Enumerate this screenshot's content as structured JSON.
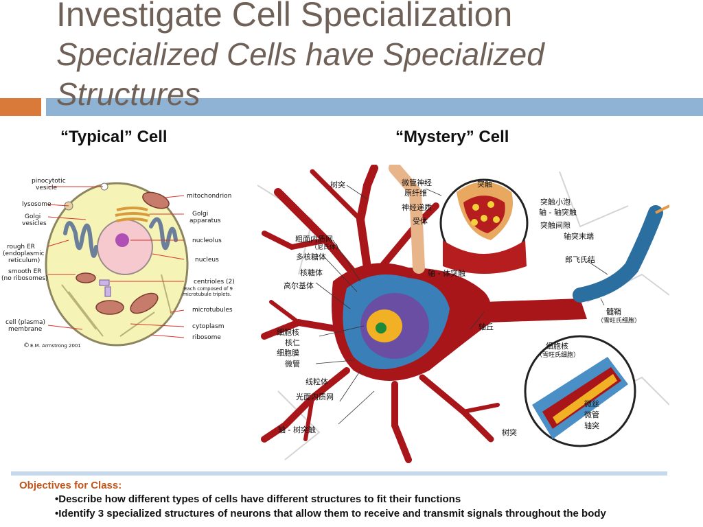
{
  "title": {
    "main": "Investigate Cell Specialization",
    "sub_line1": "Specialized Cells have Specialized",
    "sub_line2": "Structures"
  },
  "columns": {
    "left_heading": "“Typical” Cell",
    "right_heading": "“Mystery” Cell"
  },
  "typical_cell": {
    "labels": {
      "pinocytotic_vesicle_1": "pinocytotic",
      "pinocytotic_vesicle_2": "vesicle",
      "lysosome": "lysosome",
      "golgi_vesicles_1": "Golgi",
      "golgi_vesicles_2": "vesicles",
      "rough_er_1": "rough ER",
      "rough_er_2": "(endoplasmic",
      "rough_er_3": "reticulum)",
      "smooth_er_1": "smooth ER",
      "smooth_er_2": "(no ribosomes)",
      "cell_membrane_1": "cell (plasma)",
      "cell_membrane_2": "membrane",
      "mitochondrion": "mitochondrion",
      "golgi_apparatus_1": "Golgi",
      "golgi_apparatus_2": "apparatus",
      "nucleolus": "nucleolus",
      "nucleus": "nucleus",
      "centrioles": "centrioles (2)",
      "centrioles_note_1": "Each composed of 9",
      "centrioles_note_2": "microtubule triplets.",
      "microtubules": "microtubules",
      "cytoplasm": "cytoplasm",
      "ribosome": "ribosome",
      "credit": "E.M. Armstrong 2001"
    }
  },
  "mystery_cell": {
    "labels": {
      "dendrite_top": "树突",
      "microtubule_nerve": "微管神经",
      "neurofibril": "原纤维",
      "synapse": "突触",
      "neurotransmitter": "神经递质",
      "receptor": "受体",
      "synaptic_vesicle": "突触小泡",
      "axo_axonic": "轴 - 轴突触",
      "synaptic_cleft": "突触间隙",
      "axon_terminal": "轴突末端",
      "rough_er": "粗面内质网",
      "nissl": "（尼氏体）",
      "polyribosome": "多核糖体",
      "ribosome": "核糖体",
      "golgi": "高尔基体",
      "axosomatic": "轴 - 体突触",
      "node_ranvier": "郎飞氏结",
      "nucleus": "细胞核",
      "nucleolus": "核仁",
      "membrane": "细胞膜",
      "microtubule": "微管",
      "axon_hillock": "轴丘",
      "myelin": "髓鞘",
      "schwann": "（雪旺氏细胞）",
      "mitochondria": "线粒体",
      "smooth_er": "光面内质网",
      "axodendritic": "轴 - 树突触",
      "dendrite_bottom": "树突",
      "schwann_nucleus": "细胞核",
      "schwann_nucleus_sub": "（雪旺氏细胞）",
      "microfilament": "微丝",
      "microtubule_2": "微管",
      "axon": "轴突"
    }
  },
  "objectives": {
    "heading": "Objectives for Class:",
    "items": [
      "•Describe how different types of cells have different structures to fit their functions",
      "•Identify 3 specialized structures of neurons that allow them to receive and transmit signals throughout the body"
    ]
  },
  "colors": {
    "title": "#6f6158",
    "accent_orange": "#d9793a",
    "accent_blue": "#8eb3d5",
    "objectives_heading": "#c1561c",
    "neuron_red": "#a8161a"
  }
}
